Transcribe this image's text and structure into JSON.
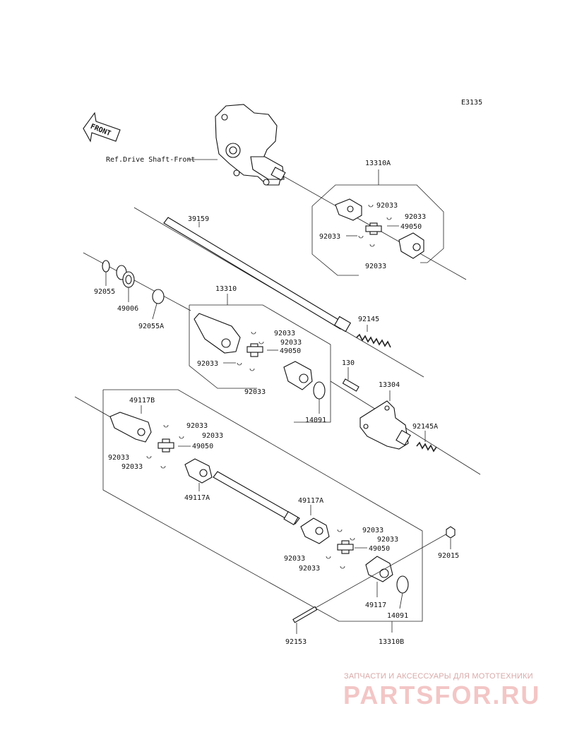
{
  "diagram_code": "E3135",
  "front_label": "FRONT",
  "ref_label": "Ref.Drive Shaft-Front",
  "callouts": {
    "c13310A": "13310A",
    "c13310": "13310",
    "c13310B": "13310B",
    "c39159": "39159",
    "c92055": "92055",
    "c49006": "49006",
    "c92055A": "92055A",
    "c92145": "92145",
    "c130": "130",
    "c13304": "13304",
    "c92145A": "92145A",
    "c14091a": "14091",
    "c14091b": "14091",
    "c92015": "92015",
    "c92153": "92153",
    "c49117B": "49117B",
    "c49117A_a": "49117A",
    "c49117A_b": "49117A",
    "c49117": "49117",
    "c49050a": "49050",
    "c49050b": "49050",
    "c49050c": "49050",
    "c49050d": "49050",
    "c92033": "92033"
  },
  "watermark": {
    "caption": "ЗАПЧАСТИ И АКСЕССУАРЫ ДЛЯ МОТОТЕХНИКИ",
    "logo": "PARTSFOR.RU"
  }
}
